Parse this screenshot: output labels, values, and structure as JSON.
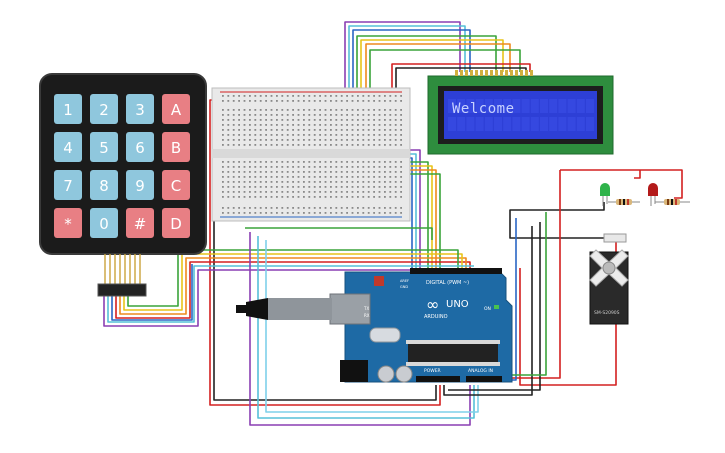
{
  "lcd": {
    "text": "Welcome",
    "bg": "#2d3fd6",
    "text_color": "#c8d2ff"
  },
  "keypad": {
    "keys": [
      [
        "1",
        "2",
        "3",
        "A"
      ],
      [
        "4",
        "5",
        "6",
        "B"
      ],
      [
        "7",
        "8",
        "9",
        "C"
      ],
      [
        "*",
        "0",
        "#",
        "D"
      ]
    ],
    "digit_color": "#8fc7dd",
    "letter_color": "#e87f84"
  },
  "arduino": {
    "logo": "ARDUINO",
    "model": "UNO",
    "digital_label": "DIGITAL (PWM ~)",
    "power_label": "POWER",
    "analog_label": "ANALOG IN",
    "on_label": "ON",
    "tx_label": "TX",
    "rx_label": "RX",
    "aref_label": "AREF",
    "gnd_label": "GND",
    "board_color": "#1e6aa5"
  },
  "servo": {
    "model": "SM-S2090S"
  },
  "leds": {
    "green": "#2fb34a",
    "red": "#b31a1a"
  },
  "wire_colors": {
    "red": "#d42020",
    "black": "#222222",
    "orange": "#ee8a1e",
    "yellow": "#e7c41a",
    "green": "#3aa33a",
    "cyan": "#56c0d8",
    "purple": "#8a3fb3",
    "blue": "#2a66c4",
    "lightblue": "#7fd0ea"
  }
}
